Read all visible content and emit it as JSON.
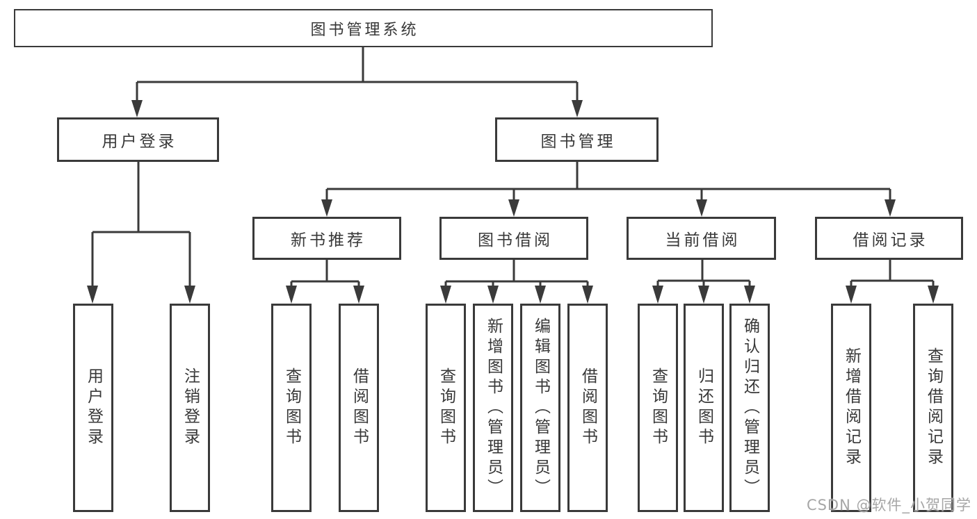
{
  "diagram": {
    "type": "hierarchy",
    "line_color": "#3a3a3a",
    "box_border_color": "#3a3a3a",
    "text_color": "#383838",
    "background_color": "#ffffff",
    "watermark": "CSDN @软件_小贺同学",
    "tree": {
      "label": "图书管理系统",
      "children": [
        {
          "label": "用户登录",
          "children": [
            {
              "label": "用户登录"
            },
            {
              "label": "注销登录"
            }
          ]
        },
        {
          "label": "图书管理",
          "children": [
            {
              "label": "新书推荐",
              "children": [
                {
                  "label": "查询图书"
                },
                {
                  "label": "借阅图书"
                }
              ]
            },
            {
              "label": "图书借阅",
              "children": [
                {
                  "label": "查询图书"
                },
                {
                  "label": "新增图书（管理员）"
                },
                {
                  "label": "编辑图书（管理员）"
                },
                {
                  "label": "借阅图书"
                }
              ]
            },
            {
              "label": "当前借阅",
              "children": [
                {
                  "label": "查询图书"
                },
                {
                  "label": "归还图书"
                },
                {
                  "label": "确认归还（管理员）"
                }
              ]
            },
            {
              "label": "借阅记录",
              "children": [
                {
                  "label": "新增借阅记录"
                },
                {
                  "label": "查询借阅记录"
                }
              ]
            }
          ]
        }
      ]
    }
  }
}
